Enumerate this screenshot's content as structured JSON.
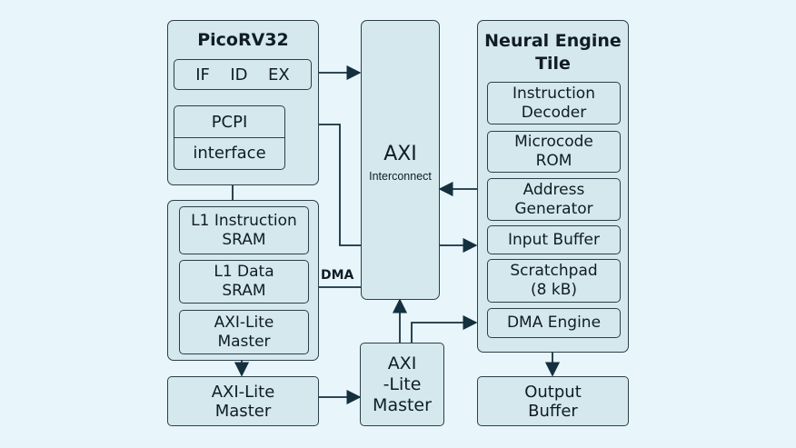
{
  "diagram": {
    "picorv32": {
      "title": "PicoRV32",
      "pipeline": {
        "stage_if": "IF",
        "stage_id": "ID",
        "stage_ex": "EX"
      },
      "pcpi": {
        "top": "PCPI",
        "bottom": "interface"
      }
    },
    "memory_block": {
      "l1_instruction": {
        "line1": "L1 Instruction",
        "line2": "SRAM"
      },
      "l1_data": {
        "line1": "L1 Data",
        "line2": "SRAM"
      },
      "axi_lite_master": {
        "line1": "AXI-Lite",
        "line2": "Master"
      }
    },
    "bottom_left_master": {
      "line1": "AXI-Lite",
      "line2": "Master"
    },
    "axi_interconnect": {
      "line1": "AXI",
      "line2": "Interconnect"
    },
    "bottom_center_master": {
      "line1": "AXI",
      "line2": "-Lite",
      "line3": "Master"
    },
    "dma_label": "DMA",
    "neural_engine": {
      "title_line1": "Neural Engine",
      "title_line2": "Tile",
      "blocks": [
        {
          "line1": "Instruction",
          "line2": "Decoder"
        },
        {
          "line1": "Microcode",
          "line2": "ROM"
        },
        {
          "line1": "Address",
          "line2": "Generator"
        },
        {
          "line1": "Input Buffer",
          "line2": ""
        },
        {
          "line1": "Scratchpad",
          "line2": "(8 kB)"
        },
        {
          "line1": "DMA Engine",
          "line2": ""
        }
      ]
    },
    "output_buffer": {
      "line1": "Output",
      "line2": "Buffer"
    }
  },
  "colors": {
    "background": "#e8f5fb",
    "box_fill": "#d4e8ed",
    "stroke": "#2d3e4a",
    "text": "#111c24"
  }
}
